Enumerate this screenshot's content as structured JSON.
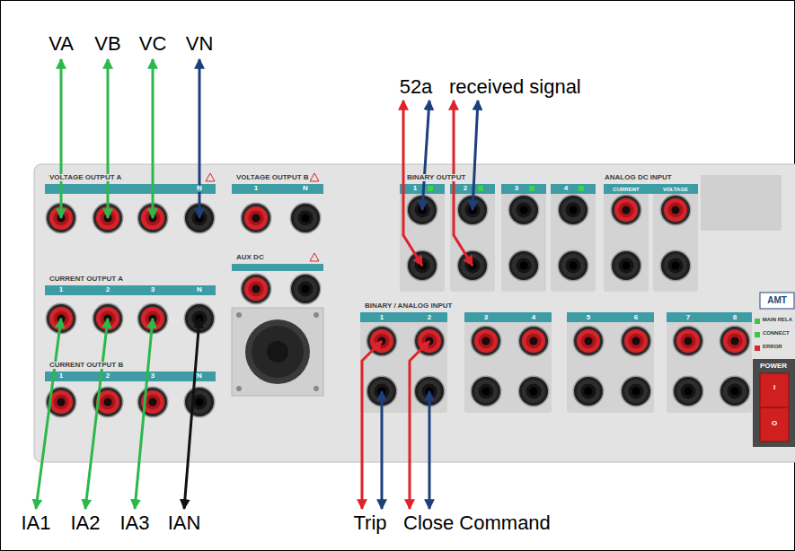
{
  "diagram": {
    "labels": [
      "VA",
      "VB",
      "VC",
      "VN",
      "52a",
      "received signal",
      "VOLTAGE OUTPUT A",
      "N",
      "VOLTAGE OUTPUT B",
      "1",
      "N",
      "BINARY OUTPUT",
      "1",
      "2",
      "3",
      "4",
      "ANALOG DC INPUT",
      "CURRENT",
      "VOLTAGE",
      "AUX DC",
      "CURRENT OUTPUT A",
      "1",
      "2",
      "3",
      "N",
      "BINARY / ANALOG INPUT",
      "1",
      "2",
      "3",
      "4",
      "5",
      "6",
      "7",
      "8",
      "AMT",
      "MAIN RELA",
      "CONNECT",
      "ERROR",
      "CURRENT OUTPUT B",
      "1",
      "2",
      "3",
      "N",
      "POWER",
      "IA1",
      "IA2",
      "IA3",
      "IAN",
      "Trip",
      "Close Command",
      "I",
      "O"
    ]
  }
}
